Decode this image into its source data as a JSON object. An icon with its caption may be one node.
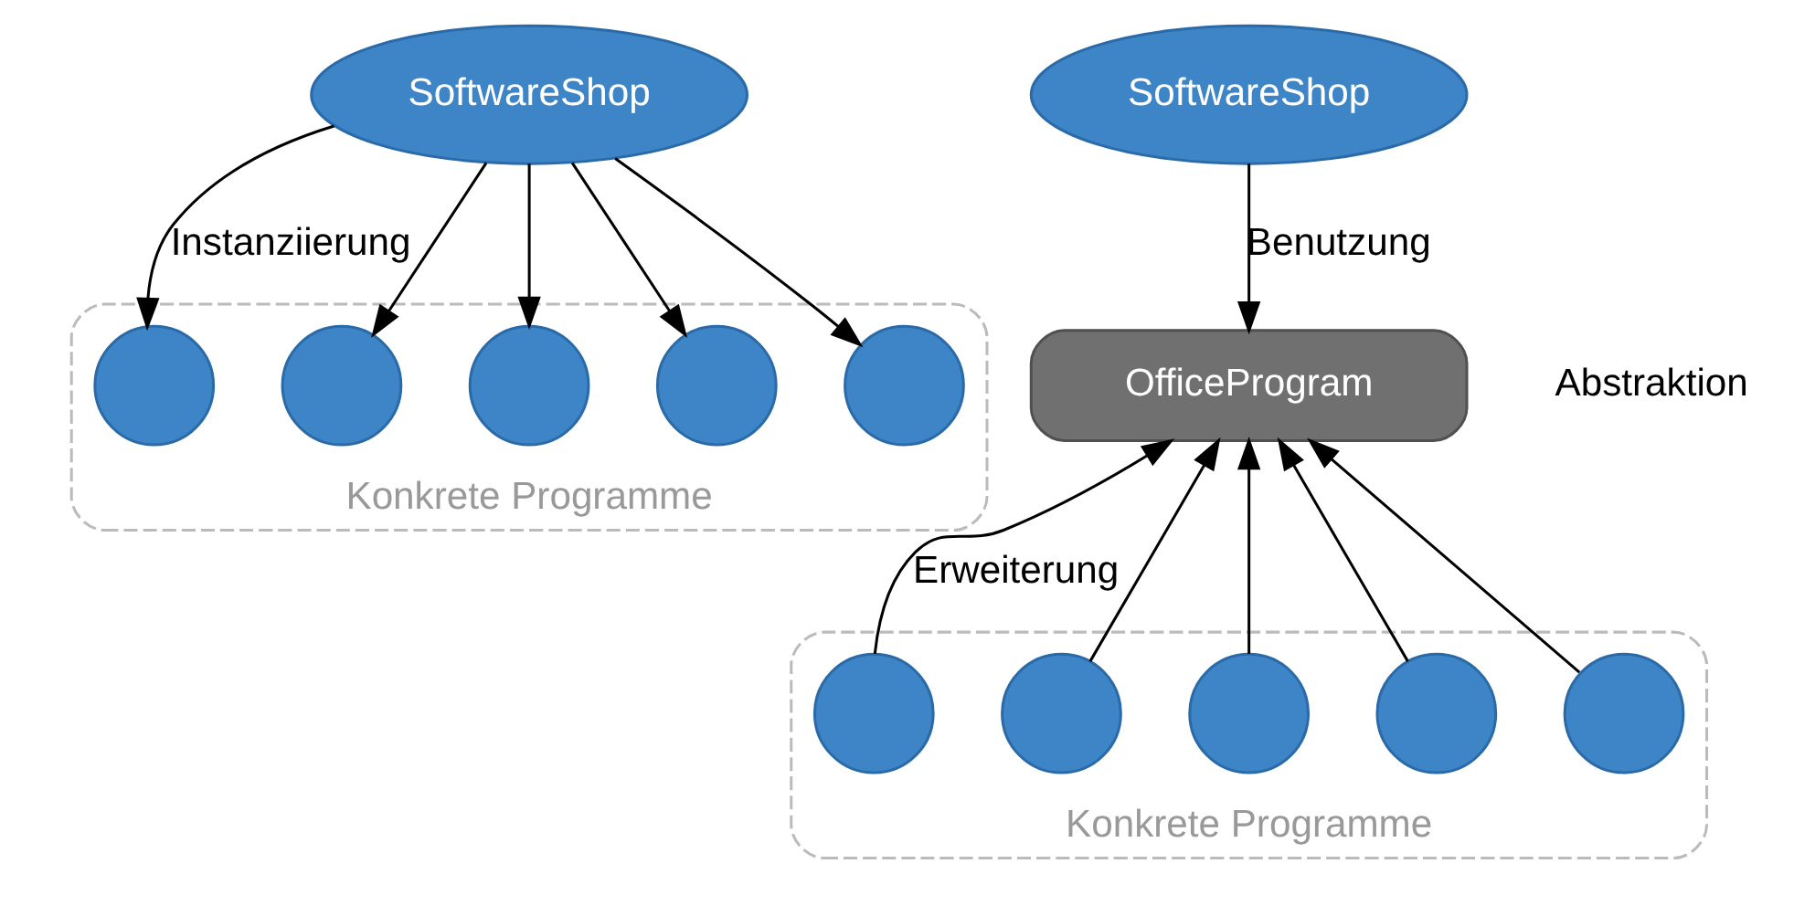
{
  "diagram": {
    "nodes": [
      {
        "text": [
          "SoftwareShop"
        ]
      },
      {
        "text": [
          "Konkrete Programme"
        ]
      },
      {
        "text": [],
        "shape": "circle",
        "in": 1
      },
      {
        "text": [],
        "shape": "circle",
        "in": 1
      },
      {
        "text": [],
        "shape": "circle",
        "in": 1
      },
      {
        "text": [],
        "shape": "circle",
        "in": 1
      },
      {
        "text": [],
        "shape": "circle",
        "in": 1
      },
      {
        "text": [
          "SoftwareShop"
        ]
      },
      {
        "text": [
          "OfficeProgram"
        ],
        "beside": [
          "Abstraktion"
        ]
      },
      {
        "text": [
          "Konkrete Programme"
        ]
      },
      {
        "text": [],
        "shape": "circle",
        "in": 9
      },
      {
        "text": [],
        "shape": "circle",
        "in": 9
      },
      {
        "text": [],
        "shape": "circle",
        "in": 9
      },
      {
        "text": [],
        "shape": "circle",
        "in": 9
      },
      {
        "text": [],
        "shape": "circle",
        "in": 9
      }
    ],
    "edges": [
      {
        "from": 0,
        "to": 2,
        "arrow": "to",
        "label": "Instanziierung"
      },
      {
        "from": 0,
        "to": 3,
        "arrow": "to"
      },
      {
        "from": 0,
        "to": 4,
        "arrow": "to"
      },
      {
        "from": 0,
        "to": 5,
        "arrow": "to"
      },
      {
        "from": 0,
        "to": 6,
        "arrow": "to"
      },
      {
        "from": 7,
        "to": 8,
        "arrow": "to",
        "label": "Benutzung"
      },
      {
        "from": 10,
        "to": 8,
        "arrow": "to",
        "label": "Erweiterung"
      },
      {
        "from": 11,
        "to": 8,
        "arrow": "to"
      },
      {
        "from": 12,
        "to": 8,
        "arrow": "to"
      },
      {
        "from": 13,
        "to": 8,
        "arrow": "to"
      },
      {
        "from": 14,
        "to": 8,
        "arrow": "to"
      }
    ]
  }
}
